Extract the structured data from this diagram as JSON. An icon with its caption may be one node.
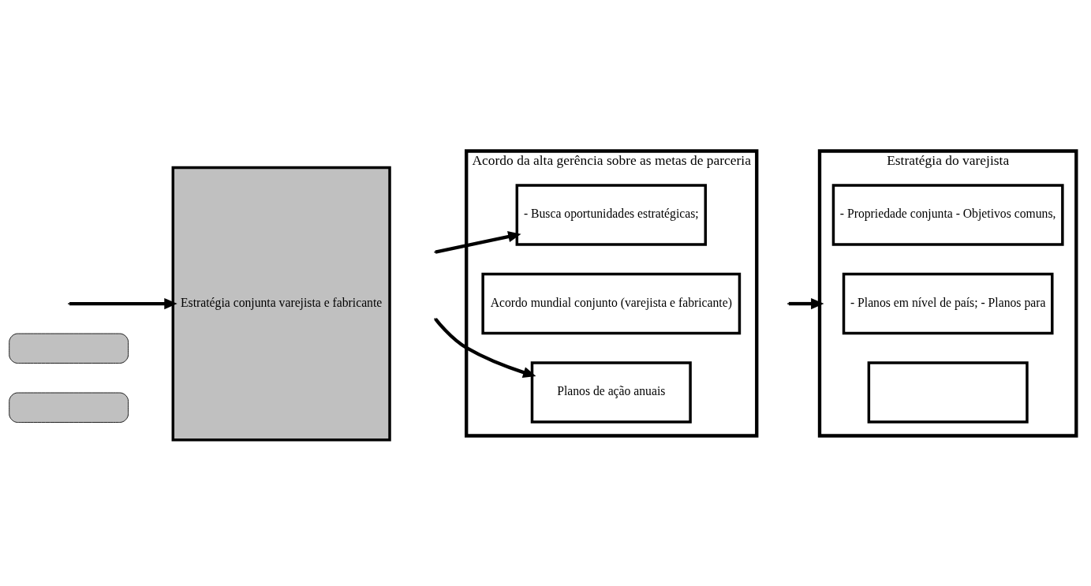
{
  "diagram": {
    "nodes": [
      {
        "text": [],
        "shape": "box"
      },
      {
        "text": [],
        "shape": "box"
      },
      {
        "text": [
          "Estratégia conjunta varejista e fabricante"
        ]
      },
      {
        "text": [
          "Acordo da alta gerência sobre as metas de parceria"
        ]
      },
      {
        "text": [
          "- Busca oportunidades estratégicas;"
        ],
        "in": 3
      },
      {
        "text": [
          "Acordo mundial conjunto (varejista e fabricante)"
        ],
        "in": 3
      },
      {
        "text": [
          "Planos de ação anuais"
        ],
        "in": 3
      },
      {
        "text": [
          "Estratégia do varejista"
        ]
      },
      {
        "text": [
          "- Propriedade conjunta - Objetivos comuns,"
        ],
        "in": 7
      },
      {
        "text": [
          "- Planos em nível de país; - Planos para"
        ],
        "in": 7
      },
      {
        "text": [],
        "shape": "box",
        "in": 7
      }
    ],
    "edges": [
      {
        "from": null,
        "to": 2,
        "arrow": "to"
      },
      {
        "from": null,
        "to": 4,
        "arrow": "to"
      },
      {
        "from": null,
        "to": 6,
        "arrow": "to"
      },
      {
        "from": null,
        "to": 7,
        "arrow": "to"
      }
    ]
  }
}
